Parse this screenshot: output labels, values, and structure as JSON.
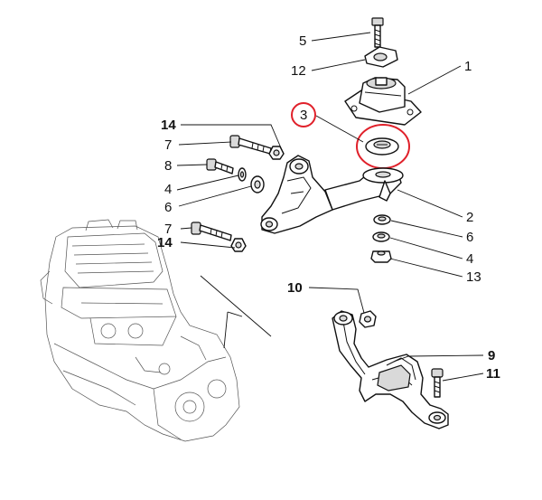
{
  "highlight_color": "#e0202a",
  "labels": {
    "l1": "1",
    "l2": "2",
    "l3": "3",
    "l4a": "4",
    "l4b": "4",
    "l5": "5",
    "l6a": "6",
    "l6b": "6",
    "l7a": "7",
    "l7b": "7",
    "l8": "8",
    "l9": "9",
    "l10": "10",
    "l11": "11",
    "l12": "12",
    "l13": "13",
    "l14a": "14",
    "l14b": "14"
  }
}
